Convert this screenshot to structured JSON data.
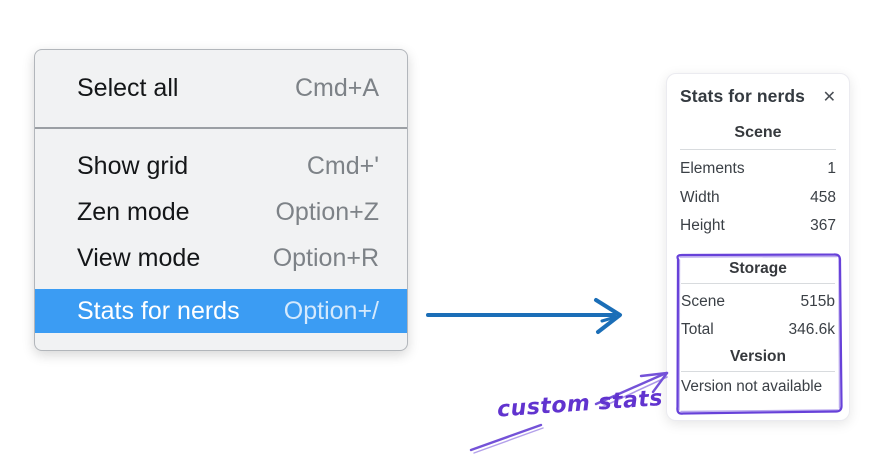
{
  "context_menu": {
    "items": [
      {
        "label": "Select all",
        "shortcut": "Cmd+A",
        "selected": false
      },
      {
        "label": "Show grid",
        "shortcut": "Cmd+'",
        "selected": false
      },
      {
        "label": "Zen mode",
        "shortcut": "Option+Z",
        "selected": false
      },
      {
        "label": "View mode",
        "shortcut": "Option+R",
        "selected": false
      },
      {
        "label": "Stats for nerds",
        "shortcut": "Option+/",
        "selected": true
      }
    ]
  },
  "stats_panel": {
    "title": "Stats for nerds",
    "scene": {
      "header": "Scene",
      "rows": [
        {
          "label": "Elements",
          "value": "1"
        },
        {
          "label": "Width",
          "value": "458"
        },
        {
          "label": "Height",
          "value": "367"
        }
      ]
    },
    "storage": {
      "header": "Storage",
      "rows": [
        {
          "label": "Scene",
          "value": "515b"
        },
        {
          "label": "Total",
          "value": "346.6k"
        }
      ]
    },
    "version": {
      "header": "Version",
      "note": "Version not available"
    }
  },
  "annotation": {
    "label": "custom stats"
  },
  "icons": {
    "close": "✕"
  },
  "colors": {
    "menu_highlight": "#3b9cf3",
    "menu_background": "#f1f2f3",
    "flow_arrow_blue": "#1b6eb7",
    "annotation_purple": "#6741d9",
    "panel_text": "#343a40"
  }
}
